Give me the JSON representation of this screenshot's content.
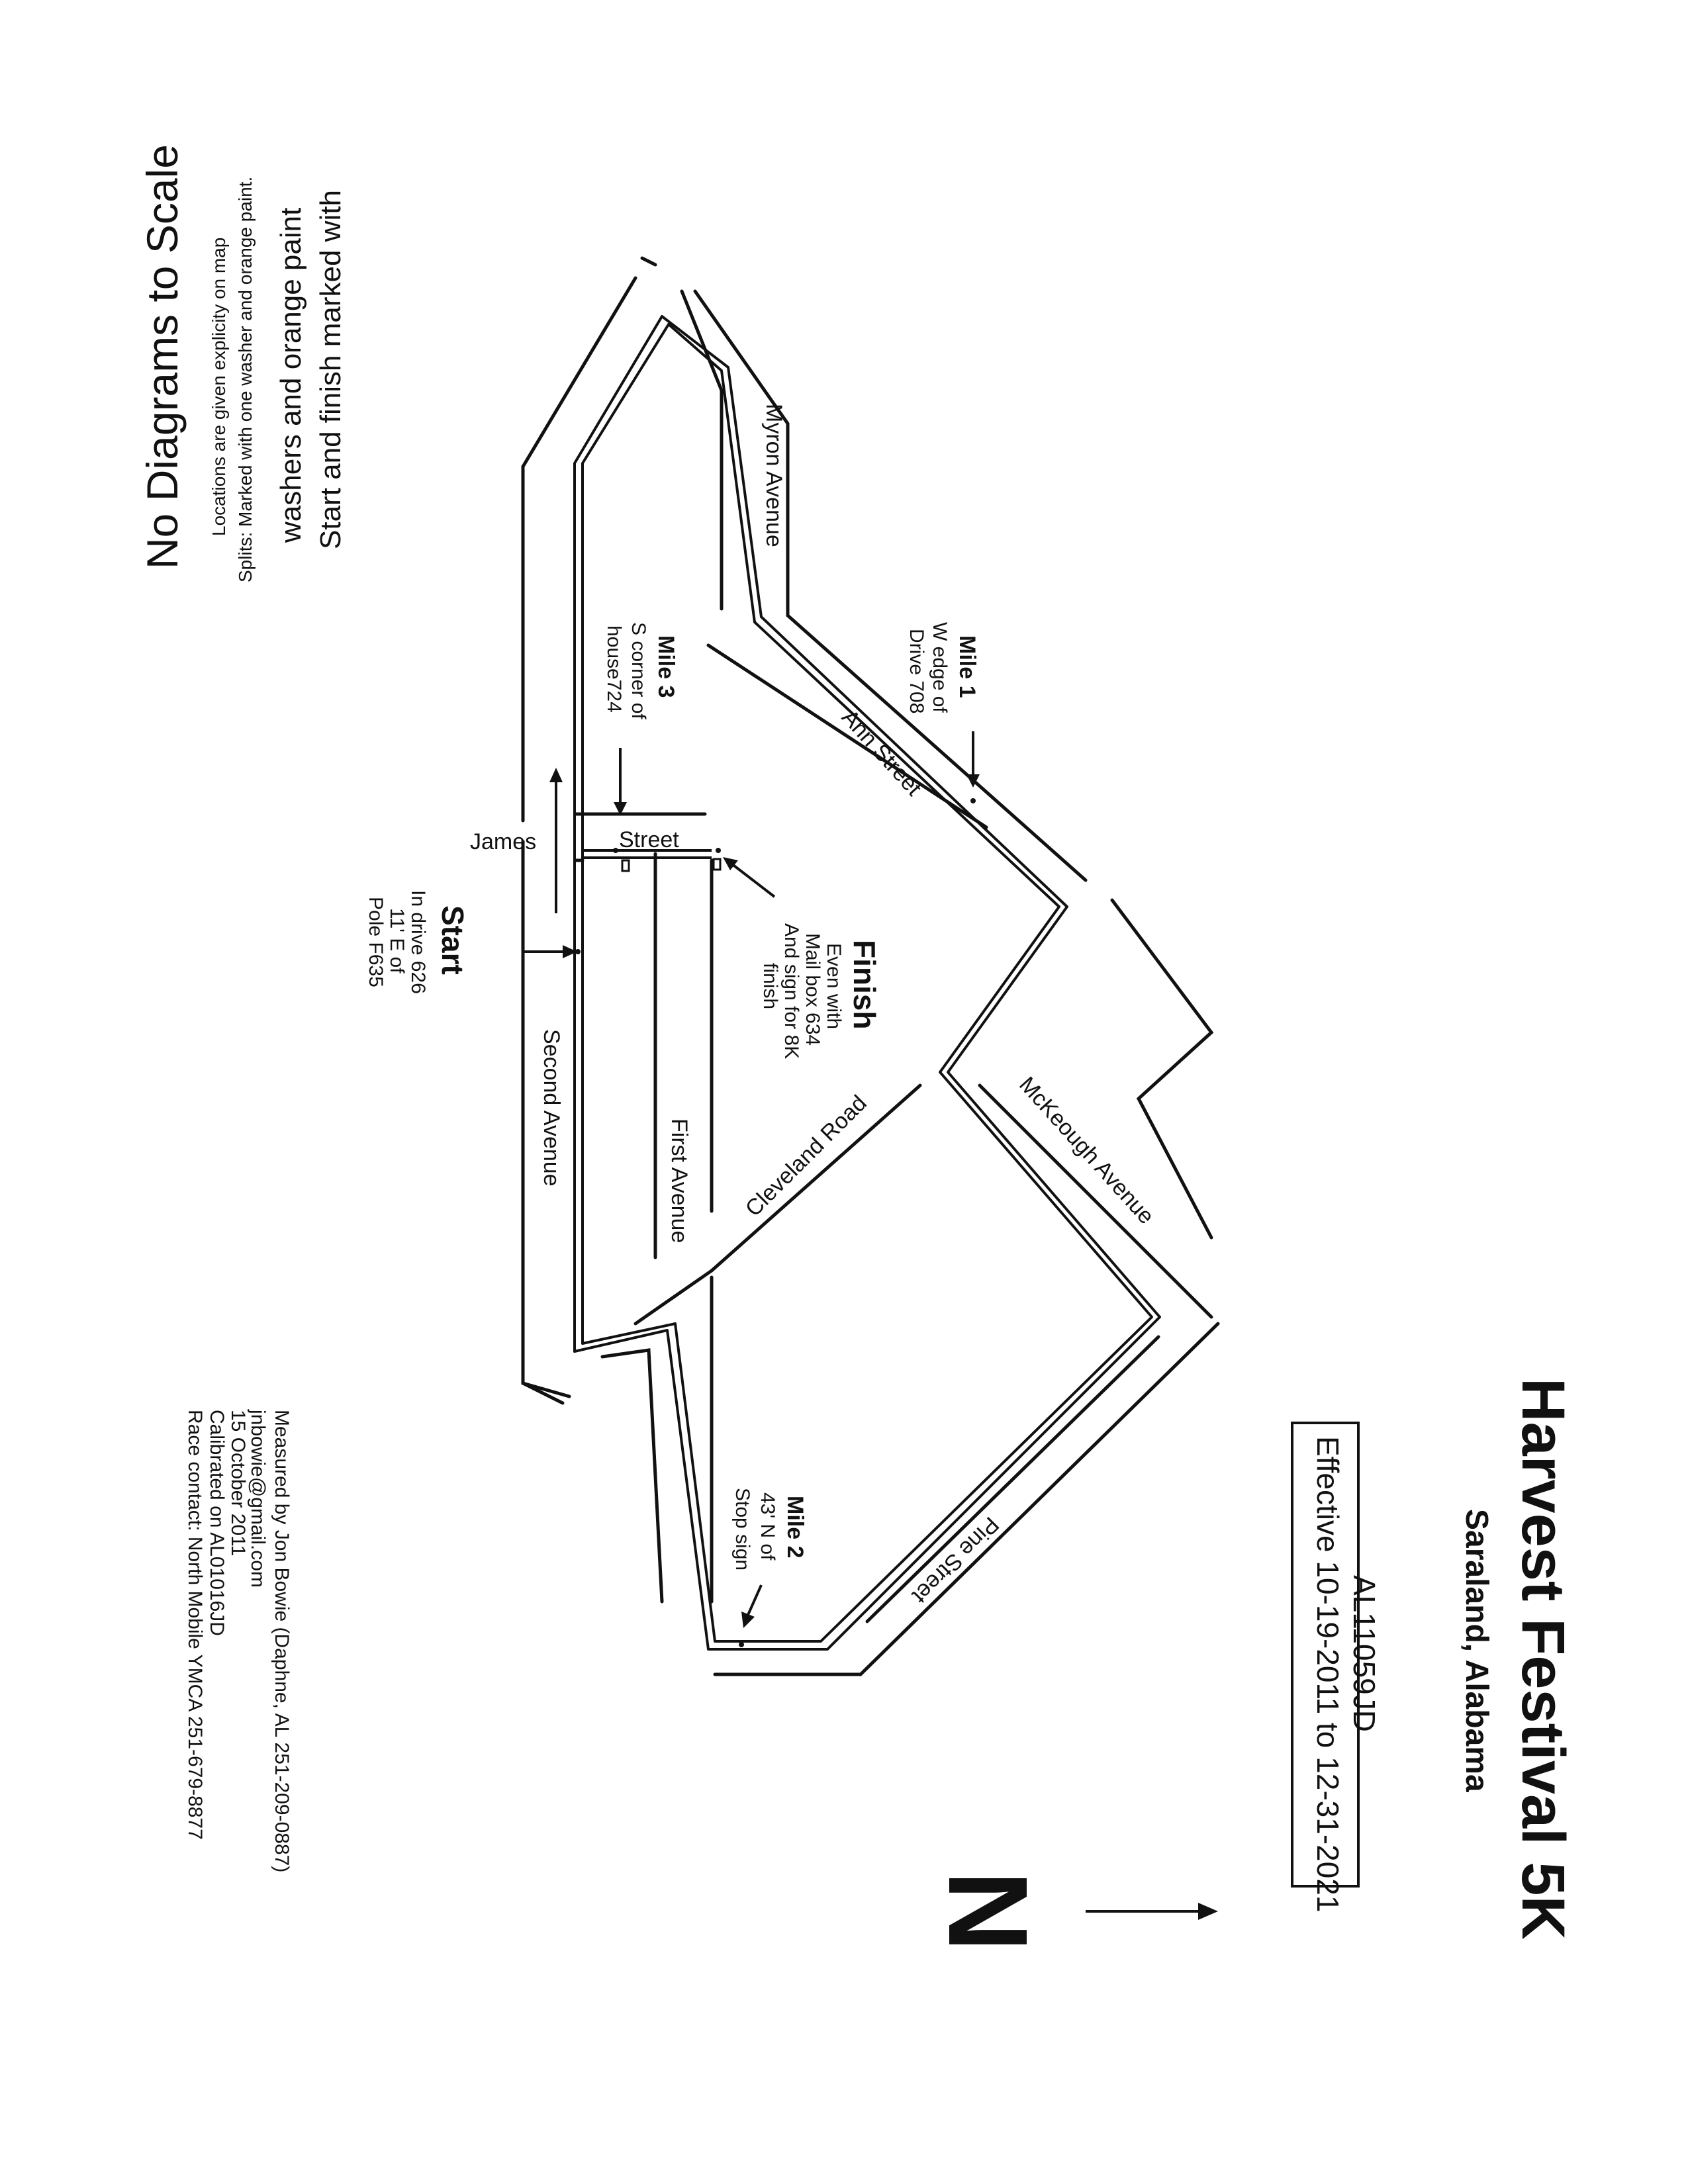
{
  "title": {
    "main": "Harvest Festival 5K",
    "location": "Saraland, Alabama"
  },
  "certification": {
    "code": "AL11059JD",
    "effective": "Effective 10-19-2011 to 12-31-2021"
  },
  "north_label": "N",
  "notes": {
    "marking_line1": "Start and finish marked with",
    "marking_line2": "washers and orange paint",
    "splits_line1": "Splits:  Marked with one washer and orange paint.",
    "splits_line2": "Locations are given explicity on map",
    "scale": "No Diagrams to Scale"
  },
  "measurement": {
    "line1": "Measured by Jon Bowie (Daphne, AL 251-209-0887)",
    "line2": "jnbowie@gmail.com",
    "line3": "15 October 2011",
    "line4": "Calibrated on AL01016JD",
    "line5": "Race contact: North Mobile YMCA 251-679-8877"
  },
  "streets": {
    "myron": "Myron Avenue",
    "ann": "Ann Street",
    "mckeough": "McKeough Avenue",
    "pine": "Pine Street",
    "cleveland": "Cleveland Road",
    "first": "First Avenue",
    "second": "Second Avenue",
    "james": "James",
    "street": "Street"
  },
  "markers": {
    "mile1": {
      "title": "Mile 1",
      "line1": "W edge of",
      "line2": "Drive 708"
    },
    "mile2": {
      "title": "Mile 2",
      "line1": "43' N of",
      "line2": "Stop sign"
    },
    "mile3": {
      "title": "Mile 3",
      "line1": "S corner of",
      "line2": "house724"
    },
    "start": {
      "title": "Start",
      "line1": "In drive 626",
      "line2": "11' E of",
      "line3": "Pole F635"
    },
    "finish": {
      "title": "Finish",
      "line1": "Even with",
      "line2": "Mail box 634",
      "line3": "And sign for 8K",
      "line4": "finish"
    }
  }
}
